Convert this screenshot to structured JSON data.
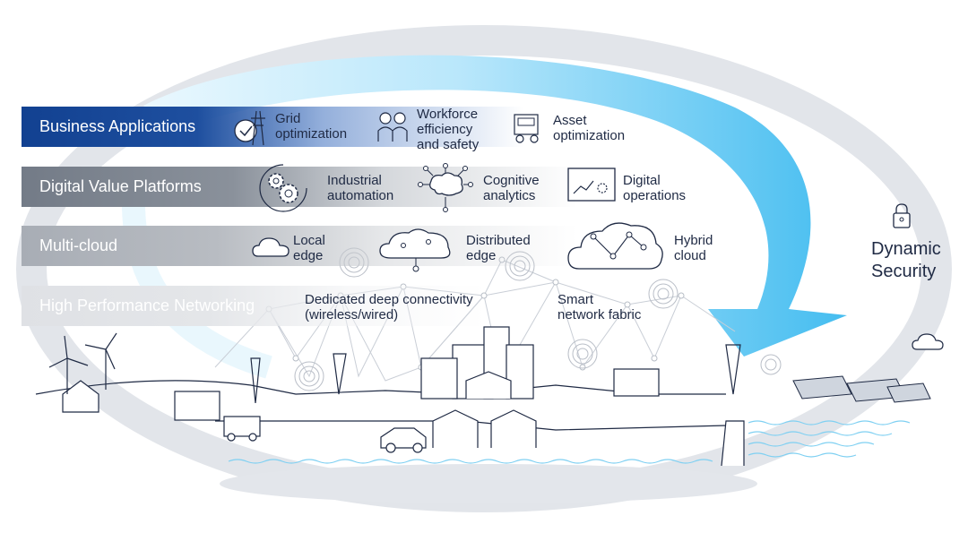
{
  "bands": {
    "business": "Business Applications",
    "platforms": "Digital Value Platforms",
    "cloud": "Multi-cloud",
    "networking": "High Performance Networking"
  },
  "items": {
    "grid": "Grid\noptimization",
    "workforce": "Workforce\nefficiency\nand safety",
    "asset": "Asset\noptimization",
    "industrial": "Industrial\nautomation",
    "cognitive": "Cognitive\nanalytics",
    "digital_ops": "Digital\noperations",
    "local_edge": "Local\nedge",
    "distributed_edge": "Distributed\nedge",
    "hybrid_cloud": "Hybrid\ncloud",
    "dedicated": "Dedicated deep connectivity\n(wireless/wired)",
    "smart_fabric": "Smart\nnetwork fabric"
  },
  "security": {
    "line1": "Dynamic",
    "line2": "Security"
  },
  "colors": {
    "nokia_blue": "#124191",
    "arrow_cyan": "#4fc3f3",
    "ring_grey": "#d7dbe1",
    "line_dark": "#1f2a44"
  }
}
